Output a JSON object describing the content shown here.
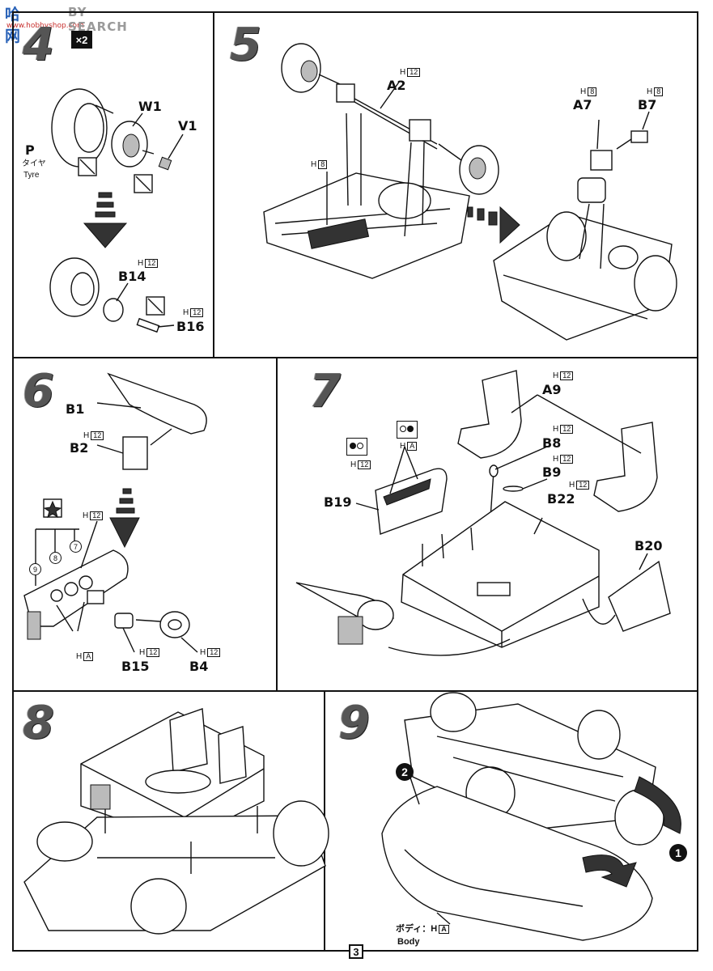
{
  "watermark": {
    "logo": "哈 网",
    "site": "www.hobbyshop.com",
    "text": "BY SEARCH"
  },
  "page_number": "3",
  "steps": [
    {
      "number": "4",
      "multiplier": "×2",
      "labels": {
        "w1": "W1",
        "v1": "V1",
        "p": "P",
        "tyre_jp": "タイヤ",
        "tyre_en": "Tyre",
        "b14": "B14",
        "b16": "B16",
        "b14_code": "H",
        "b14_code_box": "12",
        "b16_code": "H",
        "b16_code_box": "12"
      }
    },
    {
      "number": "5",
      "labels": {
        "a2": "A2",
        "a2_code": "H",
        "a2_code_box": "12",
        "h8": "H",
        "h8_box": "8",
        "a7": "A7",
        "a7_code": "H",
        "a7_code_box": "8",
        "b7": "B7",
        "b7_code": "H",
        "b7_code_box": "8"
      }
    },
    {
      "number": "6",
      "labels": {
        "b1": "B1",
        "b2": "B2",
        "b2_code": "H",
        "b2_code_box": "12",
        "dash_code": "H",
        "dash_code_box": "12",
        "c9": "9",
        "c8": "8",
        "c7": "7",
        "ha": "H",
        "ha_box": "A",
        "b15": "B15",
        "b15_code": "H",
        "b15_code_box": "12",
        "b4": "B4",
        "b4_code": "H",
        "b4_code_box": "12"
      }
    },
    {
      "number": "7",
      "labels": {
        "a9": "A9",
        "a9_code": "H",
        "a9_code_box": "12",
        "b8": "B8",
        "b8_code": "H",
        "b8_code_box": "12",
        "b9": "B9",
        "b9_code": "H",
        "b9_code_box": "12",
        "b22": "B22",
        "b22_code": "H",
        "b22_code_box": "12",
        "b19": "B19",
        "b19_code": "H",
        "b19_code_box": "12",
        "door_ha": "H",
        "door_ha_box": "A",
        "b20": "B20"
      }
    },
    {
      "number": "8"
    },
    {
      "number": "9",
      "labels": {
        "step1": "1",
        "step2": "2",
        "body_jp": "ボディ：",
        "body_code": "H",
        "body_code_box": "A",
        "body_en": "Body"
      }
    }
  ]
}
